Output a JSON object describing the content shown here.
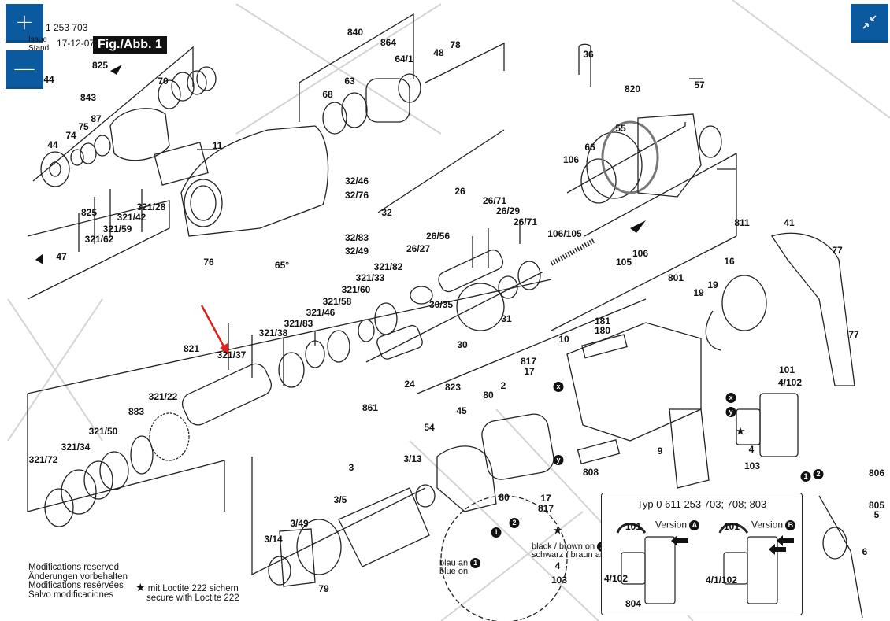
{
  "viewer": {
    "zoom_in_label": "+",
    "zoom_out_label": "—",
    "fullscreen_exit_icon": "collapse-arrows-icon"
  },
  "header": {
    "part_number": "1 253 703",
    "issue_label": "Issue",
    "stand_label": "Stand",
    "date": "17-12-07",
    "figure_title": "Fig./Abb. 1"
  },
  "labels": [
    {
      "id": "825-top",
      "text": "825"
    },
    {
      "id": "843",
      "text": "843"
    },
    {
      "id": "44-top",
      "text": "44"
    },
    {
      "id": "70",
      "text": "70"
    },
    {
      "id": "74",
      "text": "74"
    },
    {
      "id": "75",
      "text": "75"
    },
    {
      "id": "87",
      "text": "87"
    },
    {
      "id": "44",
      "text": "44"
    },
    {
      "id": "11",
      "text": "11"
    },
    {
      "id": "840",
      "text": "840"
    },
    {
      "id": "864",
      "text": "864"
    },
    {
      "id": "64/1",
      "text": "64/1"
    },
    {
      "id": "48",
      "text": "48"
    },
    {
      "id": "78",
      "text": "78"
    },
    {
      "id": "68",
      "text": "68"
    },
    {
      "id": "63",
      "text": "63"
    },
    {
      "id": "36",
      "text": "36"
    },
    {
      "id": "820",
      "text": "820"
    },
    {
      "id": "57",
      "text": "57"
    },
    {
      "id": "55",
      "text": "55"
    },
    {
      "id": "66",
      "text": "66"
    },
    {
      "id": "106-a",
      "text": "106"
    },
    {
      "id": "106/105",
      "text": "106/105"
    },
    {
      "id": "105",
      "text": "105"
    },
    {
      "id": "106-b",
      "text": "106"
    },
    {
      "id": "32/46",
      "text": "32/46"
    },
    {
      "id": "32/76",
      "text": "32/76"
    },
    {
      "id": "32",
      "text": "32"
    },
    {
      "id": "32/83",
      "text": "32/83"
    },
    {
      "id": "32/49",
      "text": "32/49"
    },
    {
      "id": "65deg",
      "text": "65°"
    },
    {
      "id": "825",
      "text": "825"
    },
    {
      "id": "321/28",
      "text": "321/28"
    },
    {
      "id": "321/42",
      "text": "321/42"
    },
    {
      "id": "321/59",
      "text": "321/59"
    },
    {
      "id": "321/62",
      "text": "321/62"
    },
    {
      "id": "47",
      "text": "47"
    },
    {
      "id": "76",
      "text": "76"
    },
    {
      "id": "26",
      "text": "26"
    },
    {
      "id": "26/71-a",
      "text": "26/71"
    },
    {
      "id": "26/29",
      "text": "26/29"
    },
    {
      "id": "26/71-b",
      "text": "26/71"
    },
    {
      "id": "26/56",
      "text": "26/56"
    },
    {
      "id": "26/27",
      "text": "26/27"
    },
    {
      "id": "30/35",
      "text": "30/35"
    },
    {
      "id": "31",
      "text": "31"
    },
    {
      "id": "30",
      "text": "30"
    },
    {
      "id": "321/82",
      "text": "321/82"
    },
    {
      "id": "321/33",
      "text": "321/33"
    },
    {
      "id": "321/60",
      "text": "321/60"
    },
    {
      "id": "321/58",
      "text": "321/58"
    },
    {
      "id": "321/46",
      "text": "321/46"
    },
    {
      "id": "321/83",
      "text": "321/83"
    },
    {
      "id": "321/38",
      "text": "321/38"
    },
    {
      "id": "821",
      "text": "821"
    },
    {
      "id": "321/37",
      "text": "321/37"
    },
    {
      "id": "321/22",
      "text": "321/22"
    },
    {
      "id": "883",
      "text": "883"
    },
    {
      "id": "321/50",
      "text": "321/50"
    },
    {
      "id": "321/34",
      "text": "321/34"
    },
    {
      "id": "321/72",
      "text": "321/72"
    },
    {
      "id": "24",
      "text": "24"
    },
    {
      "id": "823",
      "text": "823"
    },
    {
      "id": "861",
      "text": "861"
    },
    {
      "id": "54",
      "text": "54"
    },
    {
      "id": "3/13",
      "text": "3/13"
    },
    {
      "id": "3",
      "text": "3"
    },
    {
      "id": "3/5",
      "text": "3/5"
    },
    {
      "id": "3/49",
      "text": "3/49"
    },
    {
      "id": "3/14",
      "text": "3/14"
    },
    {
      "id": "79",
      "text": "79"
    },
    {
      "id": "45",
      "text": "45"
    },
    {
      "id": "80-a",
      "text": "80"
    },
    {
      "id": "2",
      "text": "2"
    },
    {
      "id": "80-b",
      "text": "80"
    },
    {
      "id": "817-a",
      "text": "817"
    },
    {
      "id": "17-a",
      "text": "17"
    },
    {
      "id": "17-b",
      "text": "17"
    },
    {
      "id": "817-b",
      "text": "817"
    },
    {
      "id": "10",
      "text": "10"
    },
    {
      "id": "181",
      "text": "181"
    },
    {
      "id": "180",
      "text": "180"
    },
    {
      "id": "808",
      "text": "808"
    },
    {
      "id": "9",
      "text": "9"
    },
    {
      "id": "801",
      "text": "801"
    },
    {
      "id": "811",
      "text": "811"
    },
    {
      "id": "16",
      "text": "16"
    },
    {
      "id": "19-a",
      "text": "19"
    },
    {
      "id": "19-b",
      "text": "19"
    },
    {
      "id": "41",
      "text": "41"
    },
    {
      "id": "77-a",
      "text": "77"
    },
    {
      "id": "77-b",
      "text": "77"
    },
    {
      "id": "101",
      "text": "101"
    },
    {
      "id": "4/102",
      "text": "4/102"
    },
    {
      "id": "4",
      "text": "4"
    },
    {
      "id": "103",
      "text": "103"
    },
    {
      "id": "806",
      "text": "806"
    },
    {
      "id": "805",
      "text": "805"
    },
    {
      "id": "5",
      "text": "5"
    },
    {
      "id": "6",
      "text": "6"
    }
  ],
  "badges": {
    "x": "x",
    "y": "y",
    "one": "1",
    "two": "2",
    "A": "A",
    "B": "B"
  },
  "detail_callout": {
    "blue_de": "blau an",
    "blue_en": "blue on",
    "black_en": "black / brown on",
    "black_de": "schwarz / braun an",
    "part_4": "4",
    "part_103": "103",
    "part_817": "817"
  },
  "inset": {
    "title": "Typ 0 611 253 703; 708; 803",
    "version_label": "Version",
    "version_a": "A",
    "version_b": "B",
    "a_101": "101",
    "a_4_102": "4/102",
    "a_804": "804",
    "b_101": "101",
    "b_4_1_102": "4/1/102"
  },
  "notes": {
    "lines": [
      "Modifications reserved",
      "Änderungen vorbehalten",
      "Modifications resérvées",
      "Salvo modificaciones"
    ],
    "loctite_de": "mit Loctite 222 sichern",
    "loctite_en": "secure with Loctite 222"
  },
  "colors": {
    "viewer_button": "#0b5aa0",
    "highlight_arrow": "#e0201c"
  }
}
